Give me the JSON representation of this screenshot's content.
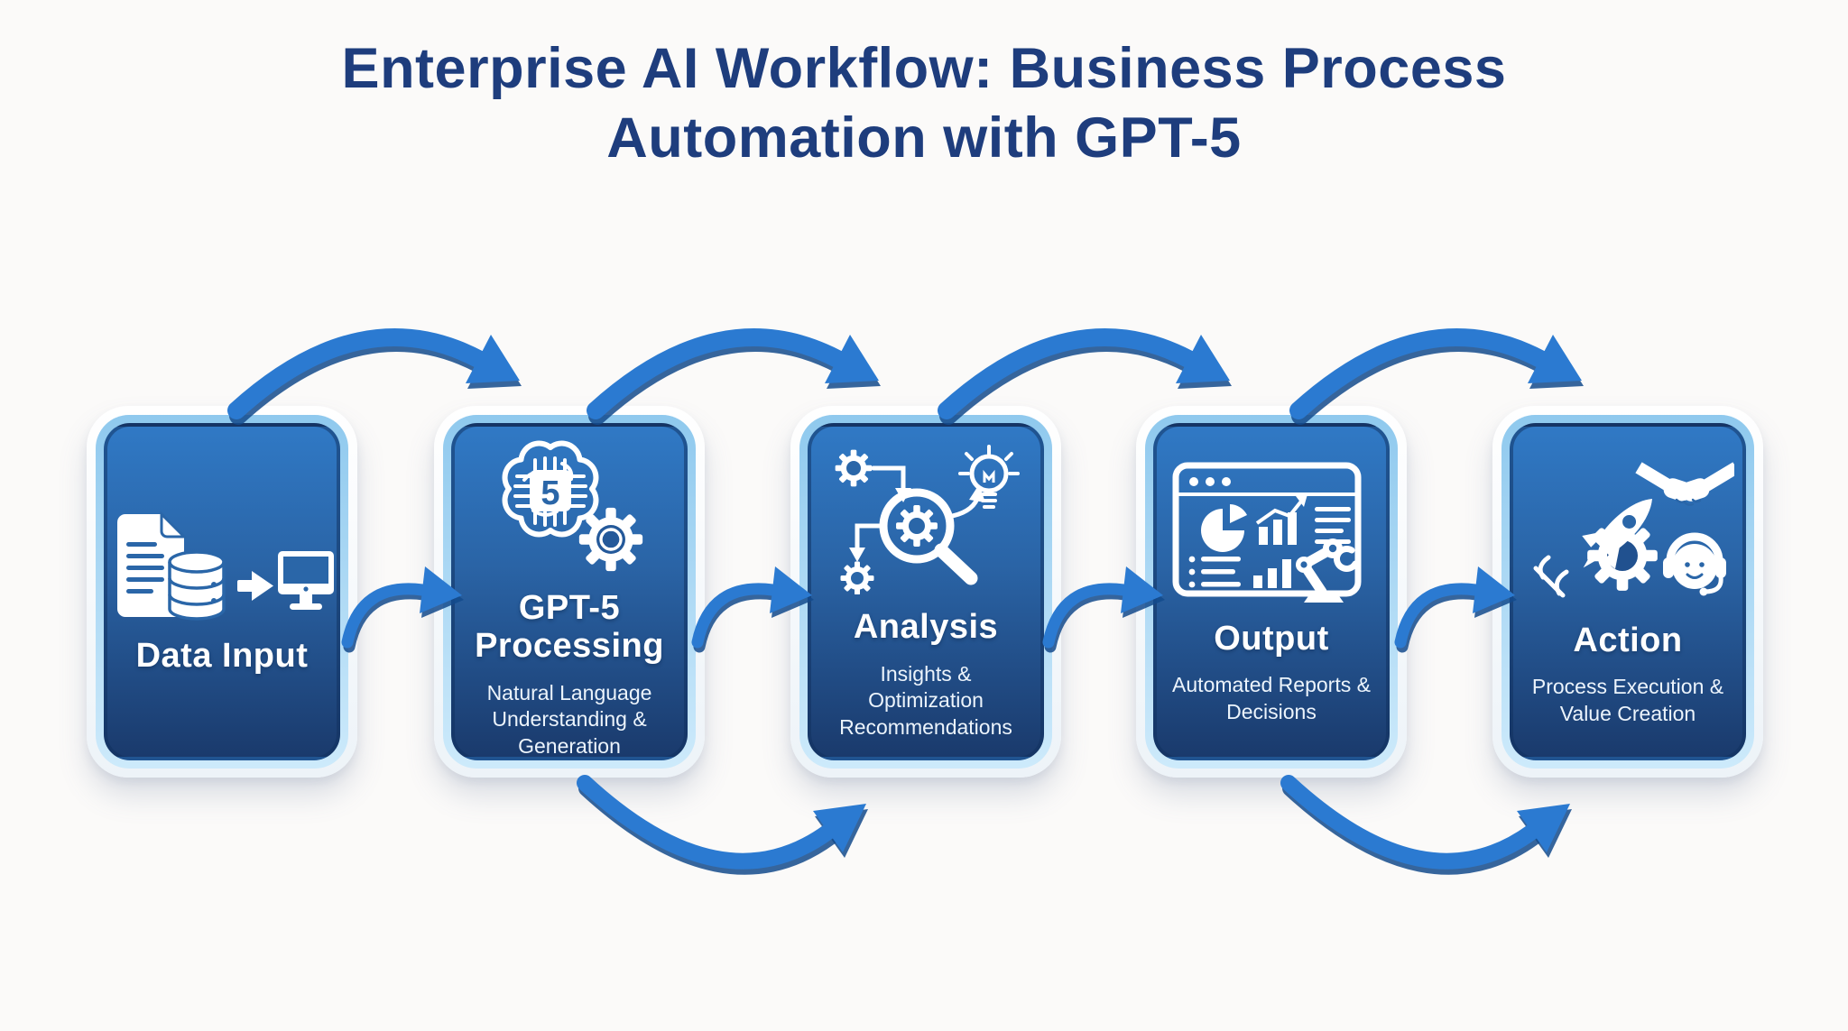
{
  "title": {
    "line1": "Enterprise AI Workflow: Business Process",
    "line2": "Automation with GPT-5"
  },
  "steps": [
    {
      "id": "data-input",
      "title": "Data Input",
      "subtitle": "",
      "icons": [
        "document-icon",
        "database-icon",
        "arrow-right-icon",
        "monitor-icon"
      ]
    },
    {
      "id": "gpt5-processing",
      "title": "GPT-5 Processing",
      "subtitle": "Natural Language Understanding & Generation",
      "chip_label": "5",
      "icons": [
        "brain-chip-icon",
        "openai-gear-icon"
      ]
    },
    {
      "id": "analysis",
      "title": "Analysis",
      "subtitle": "Insights & Optimization Recommendations",
      "icons": [
        "gear-icon",
        "magnifier-gear-icon",
        "lightbulb-icon",
        "flow-arrows-icon"
      ]
    },
    {
      "id": "output",
      "title": "Output",
      "subtitle": "Automated Reports & Decisions",
      "icons": [
        "dashboard-report-icon",
        "pie-chart-icon",
        "bar-chart-icon",
        "robot-arm-icon"
      ]
    },
    {
      "id": "action",
      "title": "Action",
      "subtitle": "Process Execution & Value Creation",
      "icons": [
        "rocket-gear-icon",
        "handshake-icon",
        "support-agent-icon"
      ]
    }
  ],
  "connections": [
    {
      "from": "Data Input",
      "to": "GPT-5 Processing",
      "route": "top-arc"
    },
    {
      "from": "GPT-5 Processing",
      "to": "Analysis",
      "route": "top-arc"
    },
    {
      "from": "Analysis",
      "to": "Output",
      "route": "top-arc"
    },
    {
      "from": "Output",
      "to": "Action",
      "route": "top-arc"
    },
    {
      "from": "Data Input",
      "to": "GPT-5 Processing",
      "route": "middle-swoosh"
    },
    {
      "from": "GPT-5 Processing",
      "to": "Analysis",
      "route": "middle-swoosh"
    },
    {
      "from": "Analysis",
      "to": "Output",
      "route": "middle-swoosh"
    },
    {
      "from": "Output",
      "to": "Action",
      "route": "middle-swoosh"
    },
    {
      "from": "GPT-5 Processing",
      "to": "Analysis",
      "route": "bottom-arc"
    },
    {
      "from": "Output",
      "to": "Action",
      "route": "bottom-arc"
    }
  ],
  "colors": {
    "background": "#fbfaf9",
    "title_text": "#1e3d7d",
    "panel_gradient_top": "#3079c5",
    "panel_gradient_bottom": "#1a3a6c",
    "frame_ring": "#a9d6f3",
    "frame_outer": "#ffffff",
    "arrow": "#2b7ad1",
    "arrow_shade": "#134a8c",
    "step_text": "#ffffff"
  }
}
